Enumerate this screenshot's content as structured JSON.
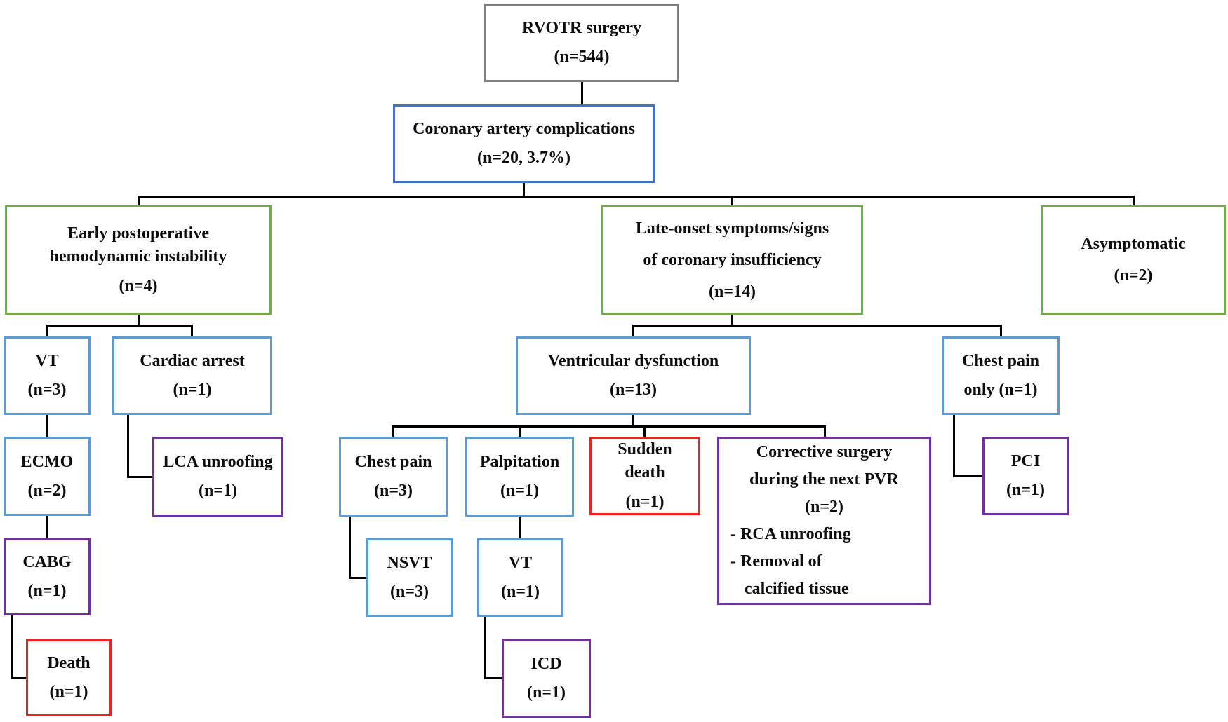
{
  "title": "RVOTR surgery coronary artery complications flowchart",
  "colors": {
    "gray": "#7f7f7f",
    "blue": "#4472c4",
    "lightblue": "#5b9bd5",
    "green": "#70ad47",
    "purple": "#7030a0",
    "red": "#f42020",
    "line": "#000000"
  },
  "nodes": {
    "rvotr": {
      "lines": [
        "RVOTR surgery",
        "(n=544)"
      ]
    },
    "coronary": {
      "lines": [
        "Coronary artery complications",
        "(n=20, 3.7%)"
      ]
    },
    "early": {
      "lines": [
        "Early postoperative",
        "hemodynamic instability",
        "(n=4)"
      ]
    },
    "lateOnset": {
      "lines": [
        "Late-onset symptoms/signs",
        "of coronary insufficiency",
        "(n=14)"
      ]
    },
    "asymptomatic": {
      "lines": [
        "Asymptomatic",
        "(n=2)"
      ]
    },
    "vt3": {
      "lines": [
        "VT",
        "(n=3)"
      ]
    },
    "cardiacArrest": {
      "lines": [
        "Cardiac arrest",
        "(n=1)"
      ]
    },
    "ventricularDysfunction": {
      "lines": [
        "Ventricular dysfunction",
        "(n=13)"
      ]
    },
    "chestPainOnly": {
      "lines": [
        "Chest pain",
        "only (n=1)"
      ]
    },
    "ecmo": {
      "lines": [
        "ECMO",
        "(n=2)"
      ]
    },
    "lcaUnroofing": {
      "lines": [
        "LCA unroofing",
        "(n=1)"
      ]
    },
    "chestPain": {
      "lines": [
        "Chest pain",
        "(n=3)"
      ]
    },
    "palpitation": {
      "lines": [
        "Palpitation",
        "(n=1)"
      ]
    },
    "suddenDeath": {
      "lines": [
        "Sudden",
        "death",
        "(n=1)"
      ]
    },
    "correctiveSurgery": {
      "lines": [
        "Corrective surgery",
        "during the next PVR",
        "(n=2)",
        "- RCA unroofing",
        "- Removal of",
        "calcified tissue"
      ]
    },
    "pci": {
      "lines": [
        "PCI",
        "(n=1)"
      ]
    },
    "cabg": {
      "lines": [
        "CABG",
        "(n=1)"
      ]
    },
    "nsvt": {
      "lines": [
        "NSVT",
        "(n=3)"
      ]
    },
    "vt1": {
      "lines": [
        "VT",
        "(n=1)"
      ]
    },
    "death": {
      "lines": [
        "Death",
        "(n=1)"
      ]
    },
    "icd": {
      "lines": [
        "ICD",
        "(n=1)"
      ]
    }
  }
}
